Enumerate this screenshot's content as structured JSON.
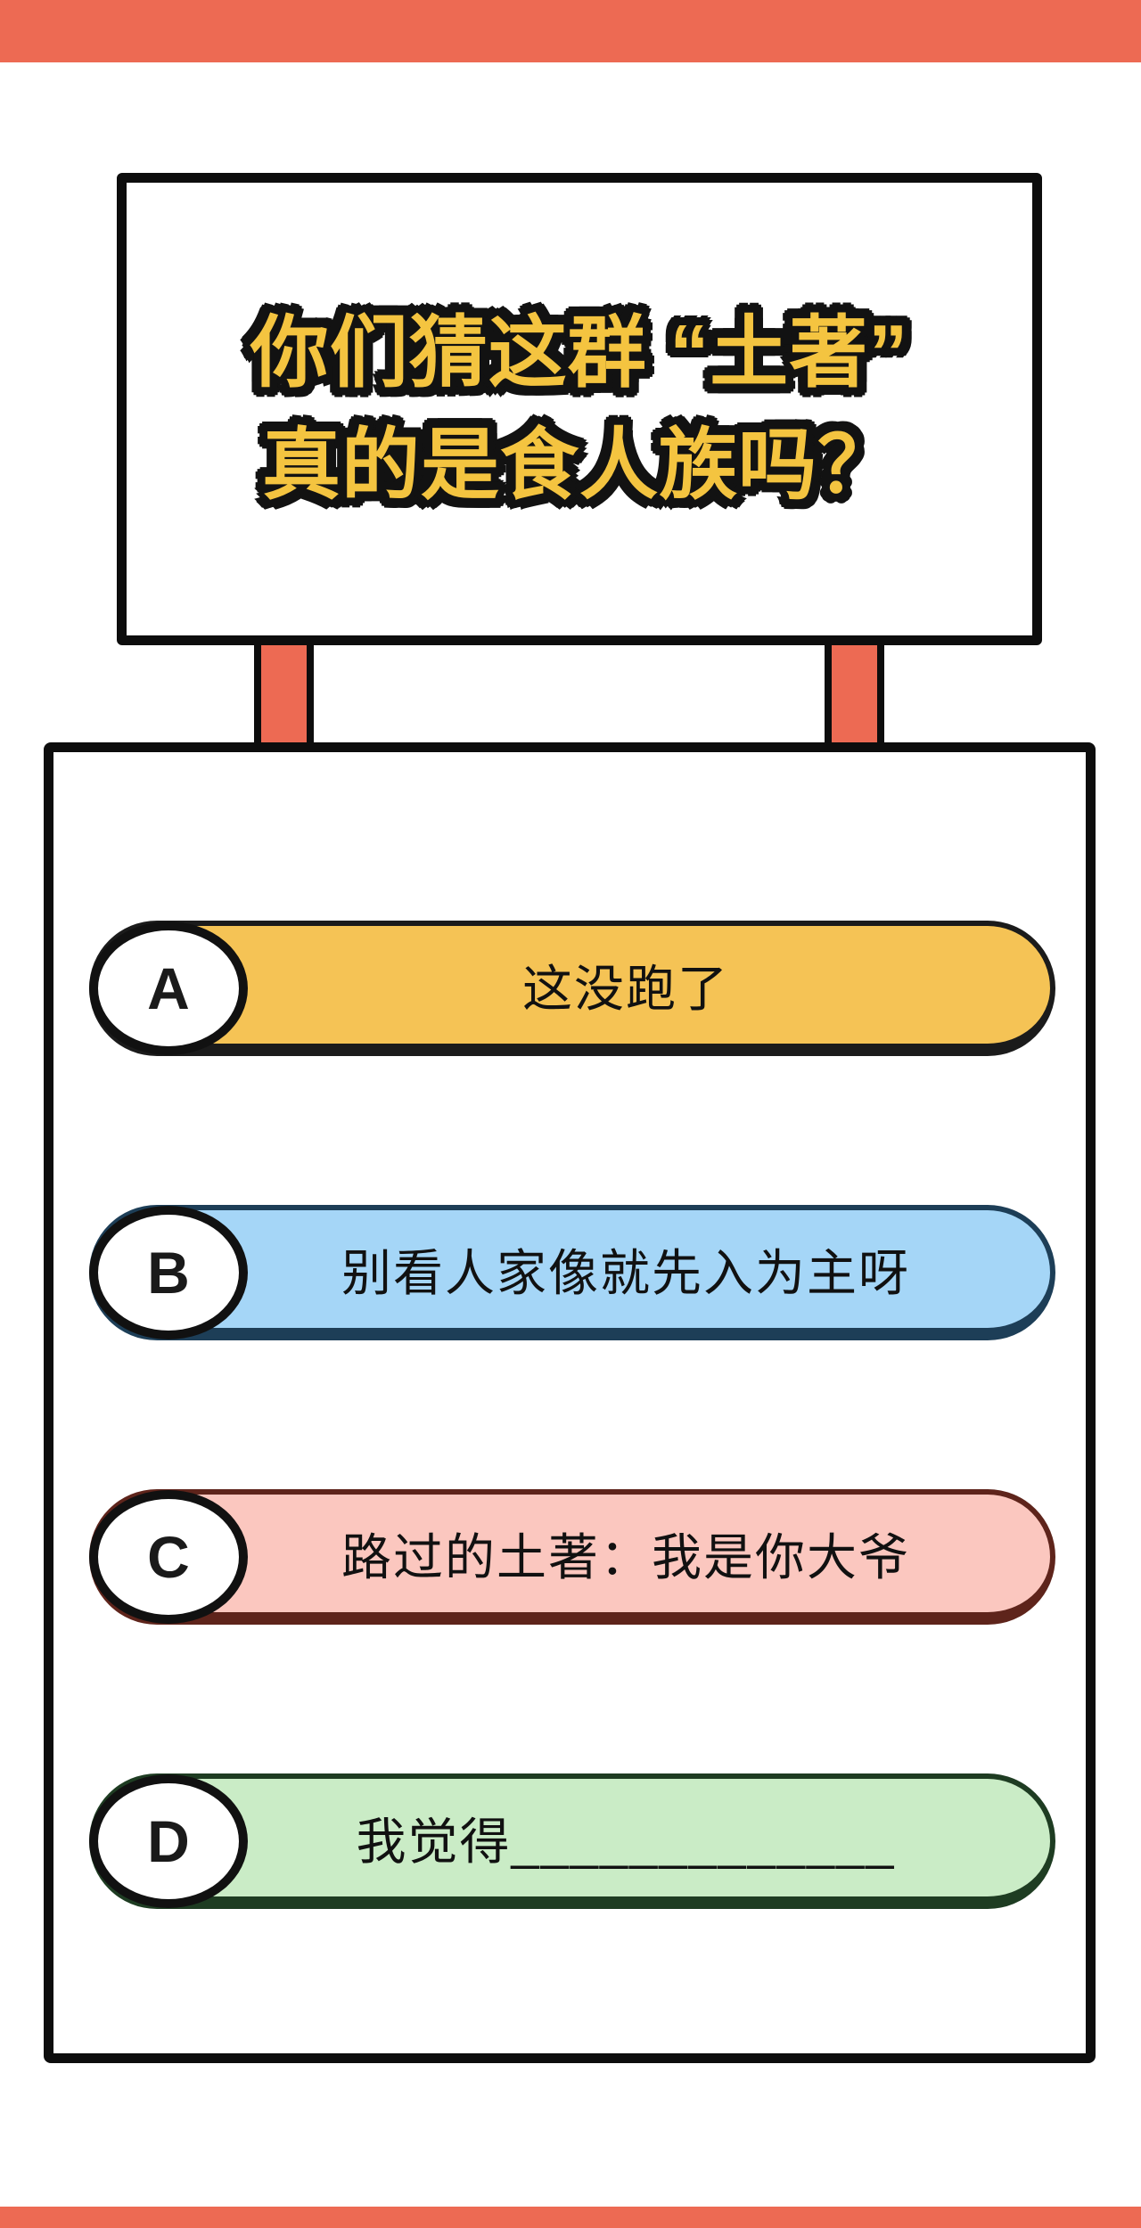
{
  "page": {
    "accent_red": "#ED6A53",
    "background": "#ffffff",
    "outline_black": "#0d0d0d"
  },
  "sign": {
    "title_line1": "你们猜这群 “土著”",
    "title_line2": "真的是食人族吗？",
    "text_color": "#F4C440",
    "outline_color": "#121212"
  },
  "options": [
    {
      "letter": "A",
      "label": "这没跑了",
      "fill": "#F5C355",
      "border": "#1b1b1b"
    },
    {
      "letter": "B",
      "label": "别看人家像就先入为主呀",
      "fill": "#A5D6F7",
      "border": "#1d3e57"
    },
    {
      "letter": "C",
      "label": "路过的土著：我是你大爷",
      "fill": "#FBC7BF",
      "border": "#5e241b"
    },
    {
      "letter": "D",
      "label": "我觉得_____________",
      "fill": "#CAECC6",
      "border": "#1e3c22"
    }
  ]
}
